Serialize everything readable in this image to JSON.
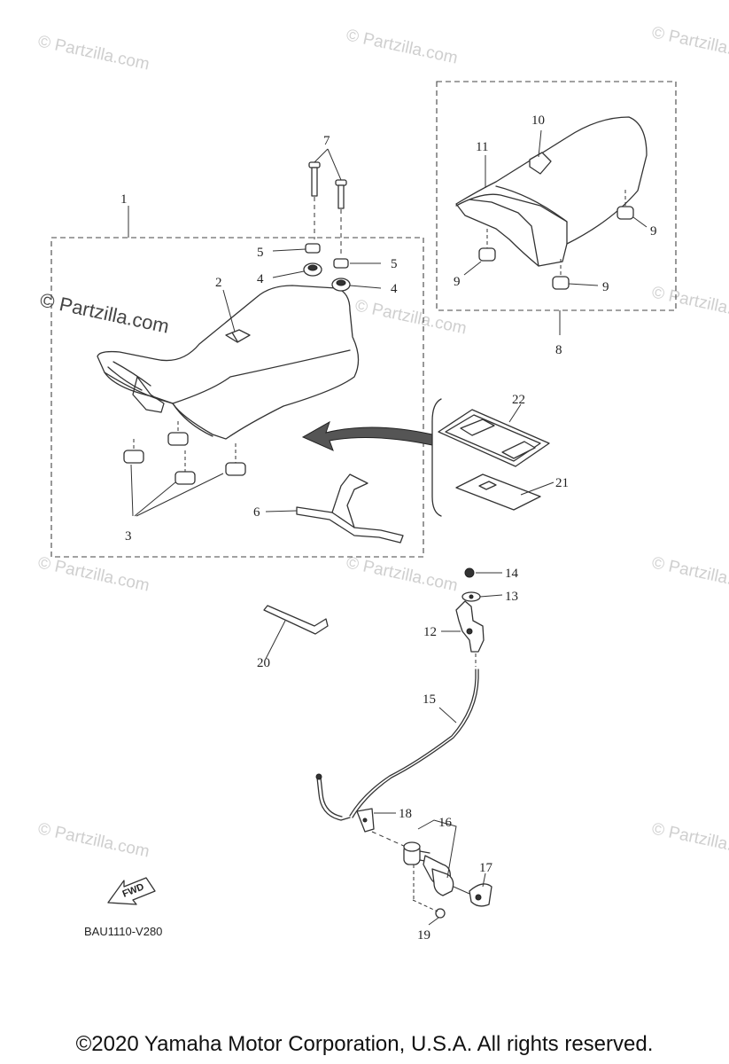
{
  "watermark": {
    "text": "© Partzilla.com"
  },
  "callouts": [
    "1",
    "2",
    "3",
    "4",
    "4",
    "5",
    "5",
    "6",
    "7",
    "8",
    "9",
    "9",
    "9",
    "10",
    "11",
    "12",
    "13",
    "14",
    "15",
    "16",
    "17",
    "18",
    "19",
    "20",
    "21",
    "22"
  ],
  "diagram_code": "BAU1110-V280",
  "fwd_label": "FWD",
  "copyright": "©2020 Yamaha Motor Corporation, U.S.A. All rights reserved.",
  "colors": {
    "line": "#333333",
    "watermark": "#cfcfcf"
  }
}
